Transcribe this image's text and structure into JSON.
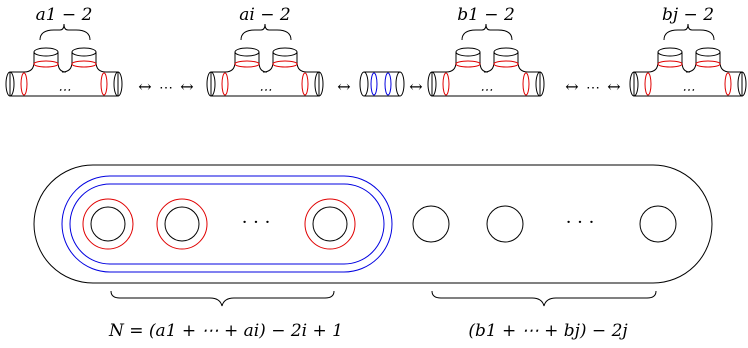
{
  "top_row": {
    "labels": {
      "a1": "a1 − 2",
      "ai": "ai − 2",
      "b1": "b1 − 2",
      "bj": "bj − 2"
    },
    "arrow": "↔",
    "ellipsis": "⋯"
  },
  "disk": {
    "ellipsis": "· · ·",
    "brace_left_label": "N = (a1 + ⋯ + ai) − 2i + 1",
    "brace_right_label": "(b1 + ⋯ + bj) − 2j"
  },
  "colors": {
    "outline": "#000000",
    "red_curve": "#e00000",
    "blue_curve": "#0000e0"
  }
}
